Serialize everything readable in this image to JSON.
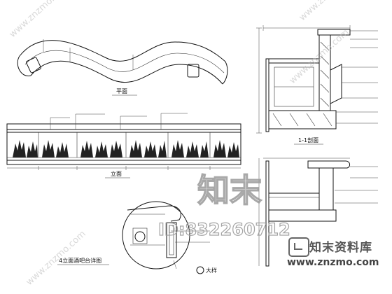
{
  "drawing": {
    "plan_caption": "平面",
    "elevation_caption": "立面",
    "section_a_caption": "1-1剖面",
    "detail_caption": "4立面酒吧台详图",
    "detail_marker": "大样"
  },
  "watermark": {
    "brand_big": "知末",
    "id_text": "ID:832260712",
    "brand_name": "知末资料库",
    "url": "www.znzmo.com",
    "diagonal": "www.znzmo.com"
  }
}
